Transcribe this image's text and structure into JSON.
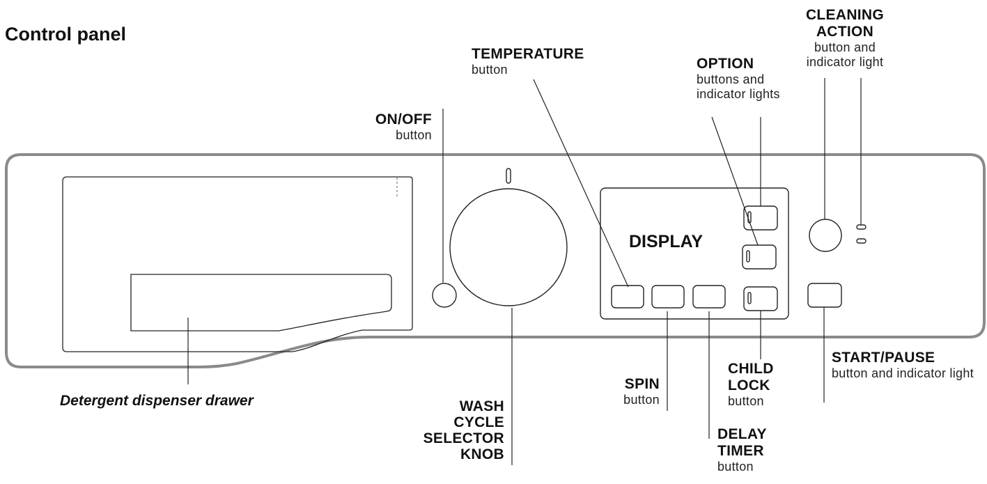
{
  "title": "Control panel",
  "labels": {
    "cleaning_action": {
      "bold": "CLEANING ACTION",
      "sub": "button and indicator light"
    },
    "temperature": {
      "bold": "TEMPERATURE",
      "sub": "button"
    },
    "option": {
      "bold": "OPTION",
      "sub": "buttons and indicator lights"
    },
    "on_off": {
      "bold": "ON/OFF",
      "sub": "button"
    },
    "display": "DISPLAY",
    "child_lock": {
      "bold": "CHILD LOCK",
      "sub": "button"
    },
    "start_pause": {
      "bold": "START/PAUSE",
      "sub": "button and indicator light"
    },
    "spin": {
      "bold": "SPIN",
      "sub": "button"
    },
    "detergent_drawer": "Detergent dispenser drawer",
    "wash_cycle": "WASH CYCLE SELECTOR KNOB",
    "delay_timer": {
      "bold": "DELAY TIMER",
      "sub": "button"
    }
  }
}
